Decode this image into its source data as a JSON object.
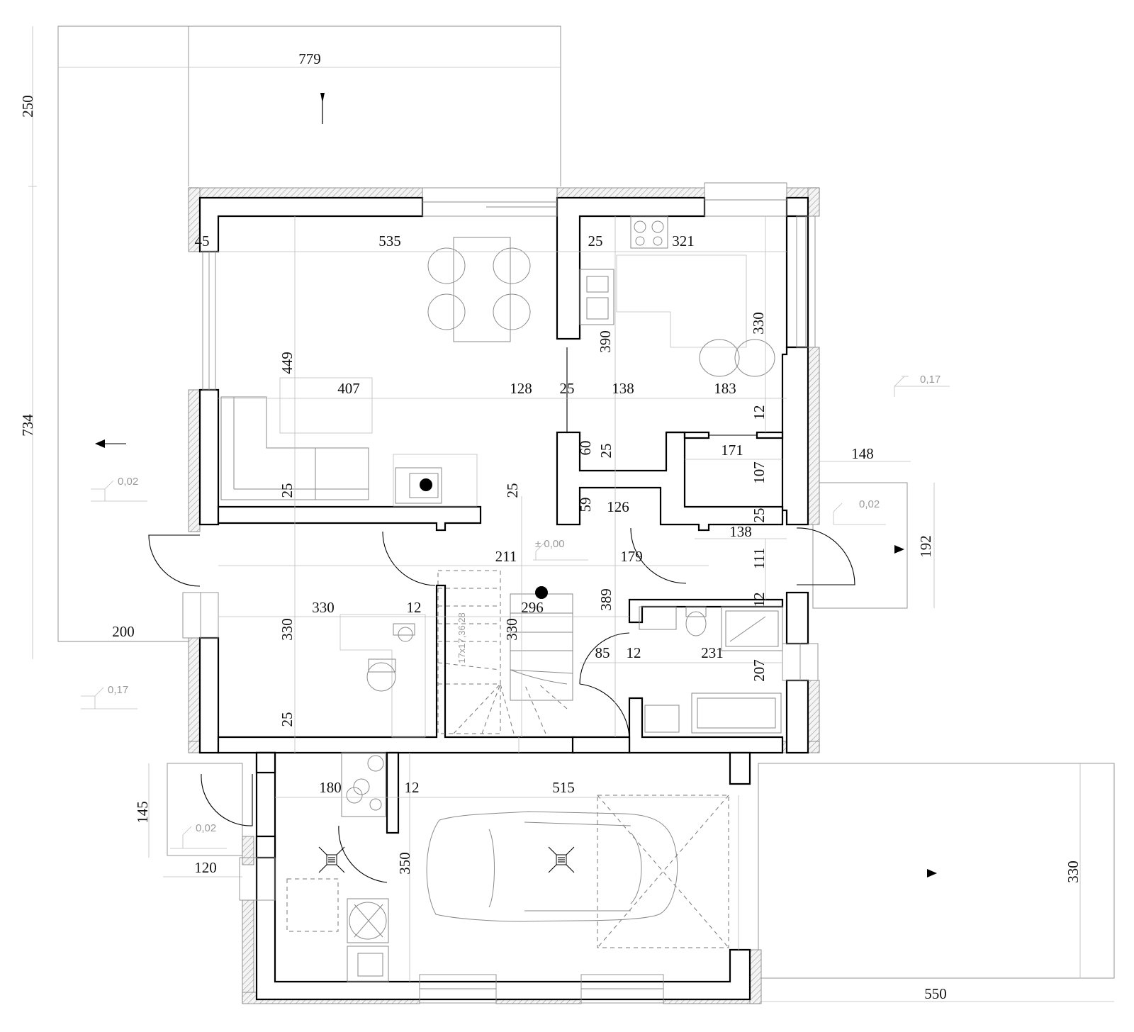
{
  "drawing": {
    "dimensions_outer": {
      "terrace_top_width": "779",
      "terrace_top_depth": "250",
      "overall_left_depth": "734",
      "terrace_left_offset": "200",
      "entrance_step_depth": "145",
      "entrance_step_width": "120",
      "right_landing_width": "148",
      "right_landing_depth": "192",
      "garage_terrace_depth": "330",
      "garage_terrace_width": "550"
    },
    "dimensions_living": {
      "wall_45": "45",
      "living_width": "535",
      "living_depth": "449",
      "sofa_depth": "407",
      "span_128": "128",
      "wall_25_a": "25",
      "wall_25_b": "25",
      "wall_25_c": "25"
    },
    "dimensions_kitchen": {
      "wall_25": "25",
      "kitchen_width": "321",
      "kitchen_depth": "330",
      "kitchen_390": "390",
      "kitchen_138": "138",
      "kitchen_183": "183",
      "wall_12": "12"
    },
    "dimensions_pantry": {
      "d60": "60",
      "d25": "25",
      "d171": "171",
      "d107": "107",
      "d59": "59",
      "d126": "126",
      "d25_b": "25"
    },
    "dimensions_hall": {
      "hall_138": "138",
      "hall_111": "111",
      "hall_211": "211",
      "hall_179": "179",
      "hall_389": "389",
      "hall_296": "296",
      "hall_330": "330",
      "wall_25": "25"
    },
    "dimensions_office": {
      "office_width": "330",
      "office_depth": "330",
      "wall_12": "12",
      "wall_25": "25"
    },
    "dimensions_bath": {
      "wall_12_top": "12",
      "bath_85": "85",
      "wall_12": "12",
      "bath_width": "231",
      "bath_depth": "207"
    },
    "dimensions_garage": {
      "utility_180": "180",
      "wall_12": "12",
      "garage_width": "515",
      "garage_depth": "350"
    },
    "levels": {
      "ground": "± 0,00",
      "north_terrace": "0,02",
      "west_terrace": "0,17",
      "east_terrace": "0,17",
      "east_landing": "0,02",
      "entrance_step": "0,02"
    },
    "stair_label": "17x17,36 28"
  }
}
